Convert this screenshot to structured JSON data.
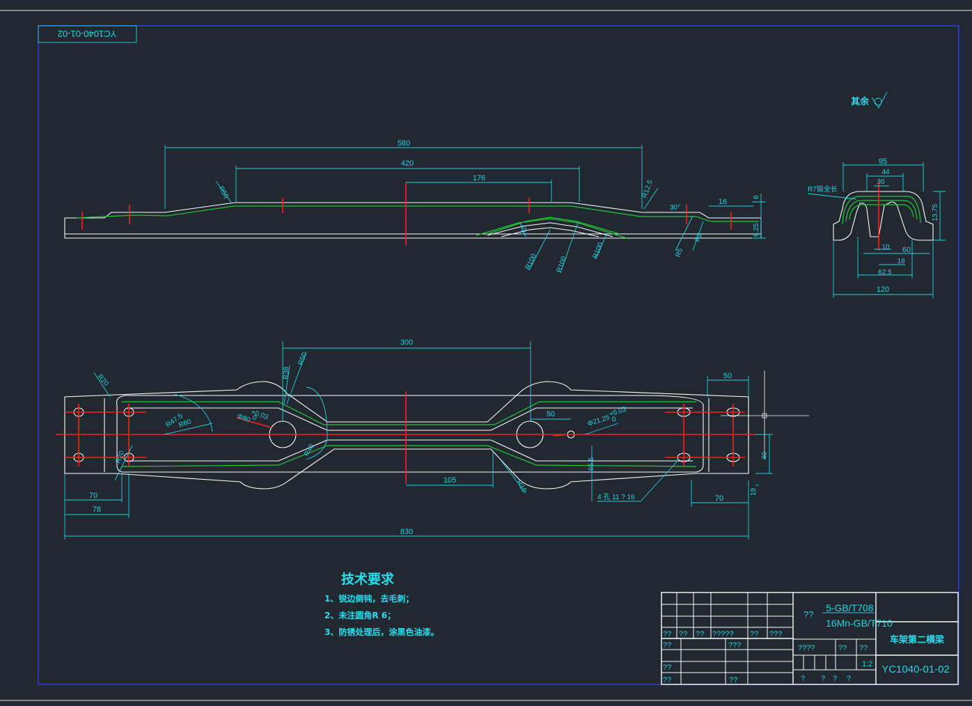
{
  "drawing": {
    "code_box": "YC1040-01-02",
    "roughness_label": "其余",
    "dims_side": [
      "580",
      "420",
      "176",
      "R50",
      "R12.5",
      "30°",
      "16",
      "6",
      "6.25",
      "R5",
      "R2",
      "R100",
      "R100",
      "R100",
      "R2"
    ],
    "dims_section": [
      "95",
      "44",
      "30",
      "R7锻全长",
      "13.75",
      "10",
      "60",
      "18",
      "62.5",
      "120"
    ],
    "dims_plan": [
      "300",
      "R38",
      "R50",
      "R20",
      "R47.5",
      "R60",
      "Φ80",
      "+0.03",
      "0",
      "50",
      "Φ21.25",
      "+0.03",
      "0",
      "50",
      "R20",
      "R40",
      "105",
      "R10",
      "65.5",
      "40",
      "4 孔 11 ? 16",
      "19",
      "70",
      "78",
      "70",
      "830"
    ],
    "tech_title": "技术要求",
    "tech_items": [
      "1、锐边倒钝，去毛刺；",
      "2、未注圆角R 6；",
      "3、防锈处理后，涂黑色油漆。"
    ]
  },
  "title_block": {
    "material_prefix": "??",
    "material_line1": "5-GB/T708",
    "material_line2": "16Mn-GB/T710",
    "part_name": "车架第二横梁",
    "scale": "1:2",
    "drawing_no": "YC1040-01-02",
    "row_labels": [
      "??",
      "??",
      "??",
      "?????",
      "??",
      "???"
    ],
    "cell_a": "??",
    "cell_b": "???",
    "cell_c": "????",
    "cell_d": "??",
    "cell_e": "??",
    "cell_f": "??",
    "cell_g": "??",
    "cell_h": "??",
    "bottom_marks": [
      "?",
      "?",
      "?",
      "?"
    ]
  }
}
